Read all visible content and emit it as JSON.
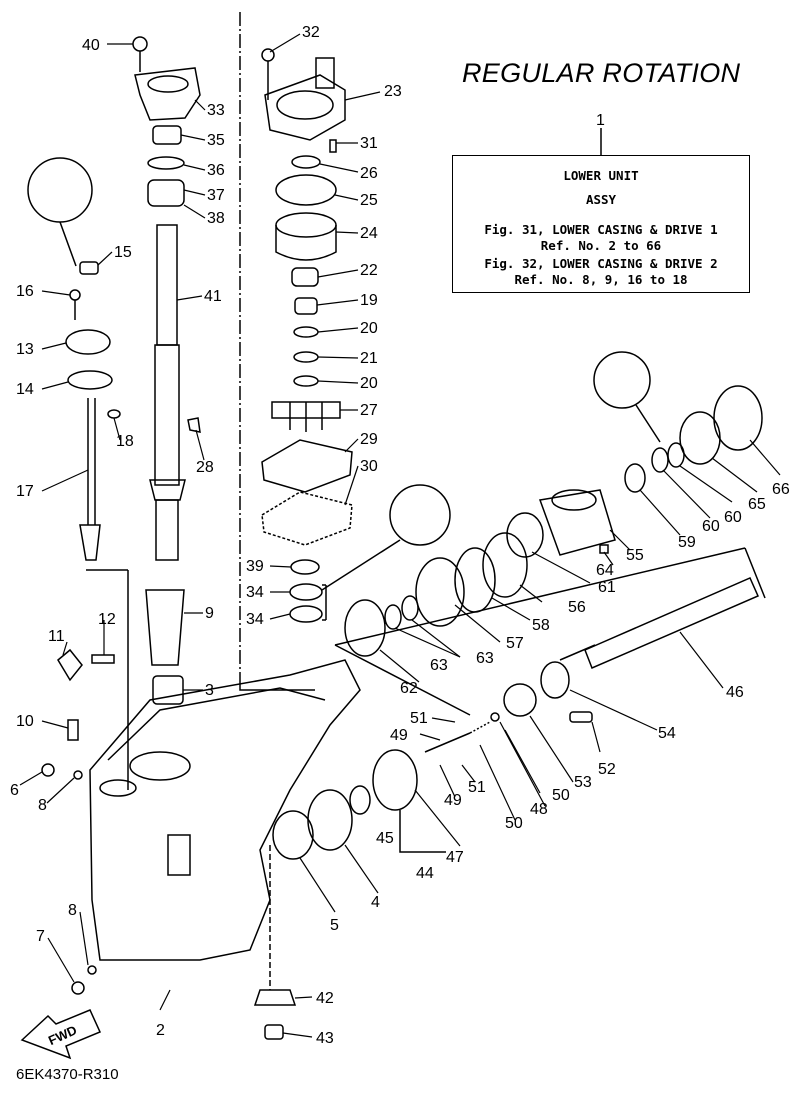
{
  "title": "REGULAR ROTATION",
  "reference_box": {
    "number": "1",
    "line1": "LOWER UNIT",
    "line2": "ASSY",
    "line3": "Fig. 31, LOWER CASING & DRIVE 1",
    "line4": "Ref. No. 2 to 66",
    "line5": "Fig. 32, LOWER CASING & DRIVE 2",
    "line6": "Ref. No. 8, 9, 16 to 18"
  },
  "drawing_code": "6EK4370-R310",
  "fwd_label": "FWD",
  "part_numbers": [
    "40",
    "32",
    "23",
    "33",
    "35",
    "36",
    "37",
    "38",
    "31",
    "26",
    "25",
    "24",
    "22",
    "19",
    "20",
    "21",
    "20",
    "27",
    "29",
    "30",
    "15",
    "16",
    "13",
    "14",
    "41",
    "18",
    "28",
    "17",
    "39",
    "34",
    "34",
    "9",
    "12",
    "11",
    "3",
    "10",
    "6",
    "8",
    "62",
    "63",
    "63",
    "57",
    "58",
    "56",
    "61",
    "55",
    "64",
    "59",
    "60",
    "60",
    "65",
    "66",
    "46",
    "54",
    "51",
    "49",
    "50",
    "48",
    "50",
    "53",
    "52",
    "51",
    "49",
    "47",
    "45",
    "44",
    "4",
    "5",
    "8",
    "7",
    "2",
    "42",
    "43"
  ]
}
